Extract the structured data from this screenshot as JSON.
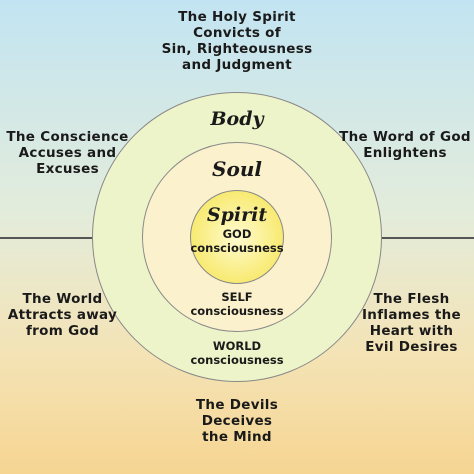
{
  "corners": {
    "top": "The Holy Spirit\nConvicts of\nSin, Righteousness\nand Judgment",
    "upper_left": "The Conscience\nAccuses and\nExcuses",
    "upper_right": "The Word of God\nEnlightens",
    "lower_left": "The World\nAttracts away\nfrom God",
    "lower_right": "The Flesh\nInflames the\nHeart with\nEvil Desires",
    "bottom": "The Devils\nDeceives\nthe Mind"
  },
  "rings": {
    "body": {
      "title": "Body",
      "label": "WORLD\nconsciousness"
    },
    "soul": {
      "title": "Soul",
      "label": "SELF\nconsciousness"
    },
    "spirit": {
      "title": "Spirit",
      "label": "GOD\nconsciousness"
    }
  },
  "colors": {
    "body_fill": "#eef4c9",
    "soul_fill": "#fbf1cd",
    "spirit_fill": "#f8ea72",
    "divider": "#555555"
  }
}
